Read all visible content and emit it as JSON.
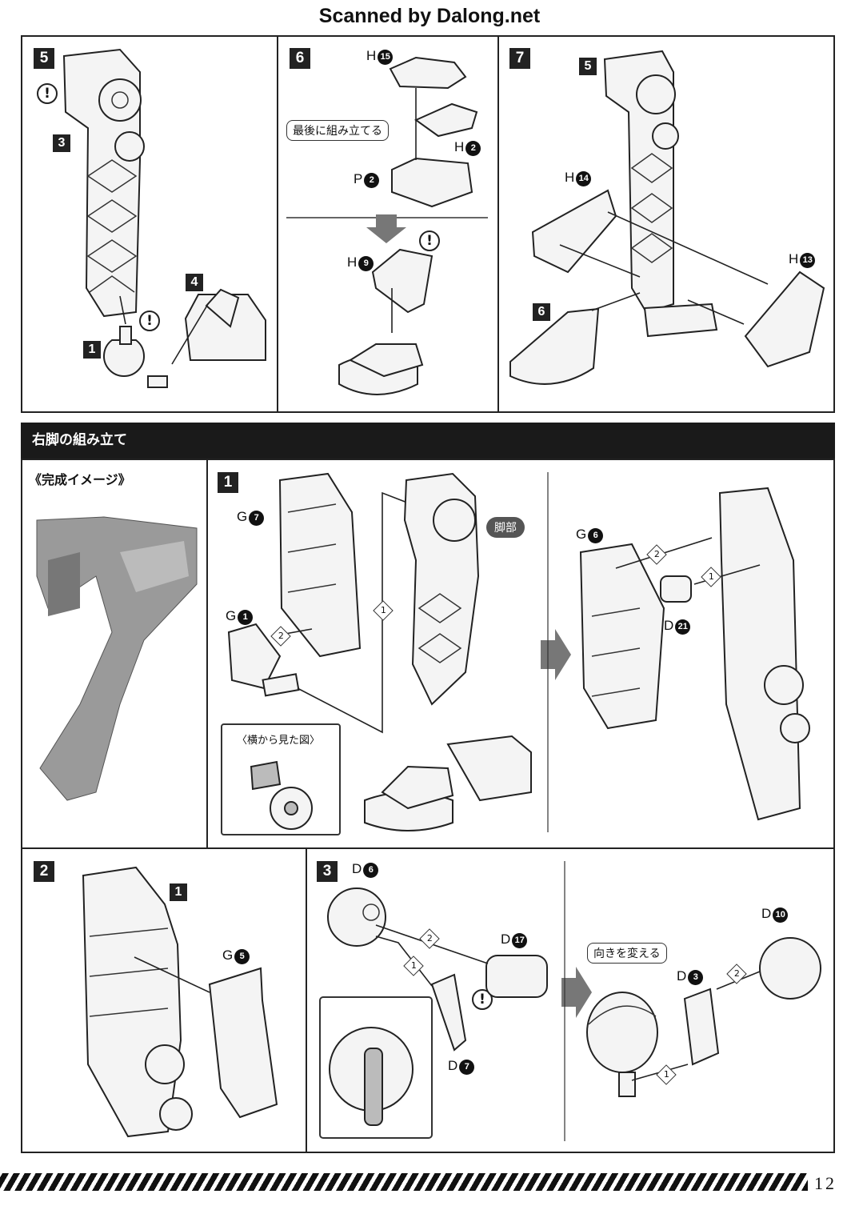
{
  "watermark": "Scanned by Dalong.net",
  "page_number": "12",
  "steps_top": [
    {
      "num": "5",
      "labels": [
        "3",
        "1",
        "4"
      ]
    },
    {
      "num": "6",
      "callout": "最後に組み立てる",
      "parts": [
        "H 15",
        "H 2",
        "P 2",
        "H 9"
      ]
    },
    {
      "num": "7",
      "parts": [
        "H 14",
        "H 13"
      ],
      "labels": [
        "5",
        "6"
      ]
    }
  ],
  "section": {
    "title": "右脚の組み立て",
    "complete_image_label": "《完成イメージ》"
  },
  "step1": {
    "num": "1",
    "parts": [
      "G 7",
      "G 1",
      "G 6",
      "D 21"
    ],
    "tag": "脚部",
    "side_view": "〈横から見た図〉",
    "seq": [
      "1",
      "2"
    ]
  },
  "step2": {
    "num": "2",
    "label": "1",
    "part": "G 5"
  },
  "step3": {
    "num": "3",
    "parts": [
      "D 6",
      "D 17",
      "D 7",
      "D 10",
      "D 3"
    ],
    "callout": "向きを変える",
    "seq": [
      "1",
      "2"
    ]
  },
  "parts_nums": {
    "H15": "15",
    "H2": "2",
    "P2": "2",
    "H9": "9",
    "H14": "14",
    "H13": "13",
    "G7": "7",
    "G1": "1",
    "G6": "6",
    "D21": "21",
    "G5": "5",
    "D6": "6",
    "D17": "17",
    "D7": "7",
    "D10": "10",
    "D3": "3"
  }
}
